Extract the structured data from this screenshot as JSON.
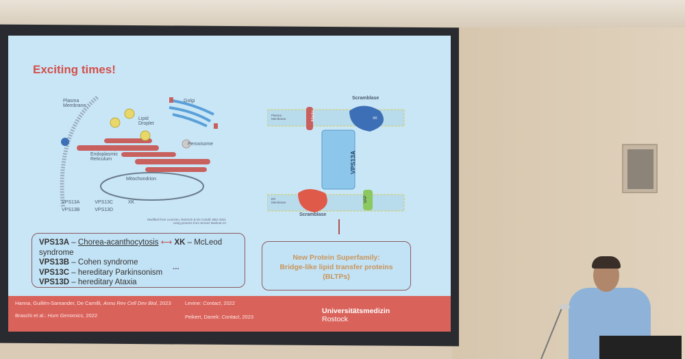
{
  "slide": {
    "title": "Exciting times!",
    "cell_diagram": {
      "labels": [
        "Plasma Membrane",
        "Lipid Droplet",
        "Golgi",
        "Peroxisome",
        "Endoplasmic Reticulum",
        "Mitochondrion"
      ],
      "legend": [
        "VPS13A",
        "VPS13C",
        "XK",
        "VPS13B",
        "VPS13D"
      ],
      "credit_line1": "Modified from Leonzino, Reinisch & De Camilli, BBA 2021",
      "credit_line2": "using pictures from Servier Medical Art"
    },
    "bridge_diagram": {
      "top_label": "Scramblase",
      "bottom_label": "Scramblase",
      "plasma_membrane": "Plasma Membrane",
      "er_membrane": "ER Membrane",
      "adaptor": "Adaptor",
      "xk": "XK",
      "protein": "VPS13A",
      "vap": "VAP"
    },
    "diseases": [
      {
        "gene": "VPS13A",
        "disease": "Chorea-acanthocytosis",
        "link": "XK",
        "link_disease": "McLeod syndrome"
      },
      {
        "gene": "VPS13B",
        "disease": "Cohen syndrome"
      },
      {
        "gene": "VPS13C",
        "disease": "hereditary Parkinsonism"
      },
      {
        "gene": "VPS13D",
        "disease": "hereditary Ataxia"
      }
    ],
    "ellipsis": "...",
    "dash": " – ",
    "bltp": {
      "line1": "New Protein Superfamily:",
      "line2": "Bridge-like lipid transfer proteins",
      "line3": "(BLTPs)"
    },
    "footer": {
      "cite1_authors": "Hanna, Guillén-Samander, De Camilli, ",
      "cite1_journal": "Annu Rev Cell Dev Biol",
      "cite1_year": ", 2023",
      "cite2_authors": "Braschi et al.: ",
      "cite2_journal": "Hum Genomics",
      "cite2_year": ", 2022",
      "cite3_authors": "Levine: ",
      "cite3_journal": "Contact",
      "cite3_year": ", 2022",
      "cite4_authors": "Peikert, Danek: ",
      "cite4_journal": "Contact",
      "cite4_year": ", 2023",
      "institution_line1": "Universitätsmedizin",
      "institution_line2": "Rostock"
    },
    "colors": {
      "title": "#d2504a",
      "footer": "#d9625a",
      "background": "#c9e6f7",
      "bltp_text": "#c9955a"
    }
  }
}
